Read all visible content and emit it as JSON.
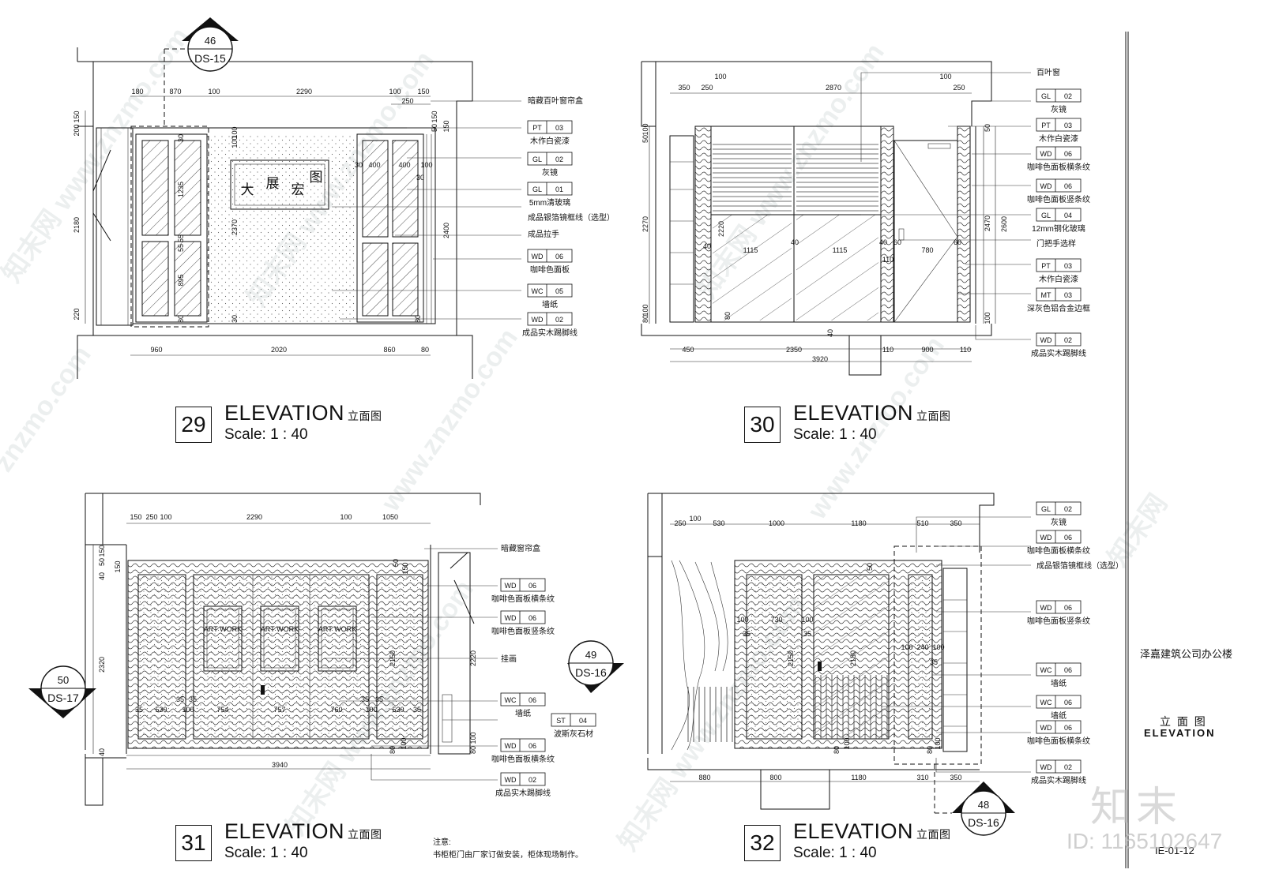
{
  "sheet": {
    "project": "泽嘉建筑公司办公楼",
    "title_cn": "立 面 图",
    "title_en": "ELEVATION",
    "sheet_no": "IE-01-12",
    "watermark_id": "ID: 1165102647",
    "watermark_brand": "知末",
    "watermark_url": "www.znzmo.com",
    "note_title": "注意:",
    "note_text": "书柜柜门由厂家订做安装，柜体现场制作。"
  },
  "views": [
    {
      "no": "29",
      "title": "ELEVATION",
      "title_cn": "立面图",
      "scale": "Scale:  1 : 40"
    },
    {
      "no": "30",
      "title": "ELEVATION",
      "title_cn": "立面图",
      "scale": "Scale:  1 : 40"
    },
    {
      "no": "31",
      "title": "ELEVATION",
      "title_cn": "立面图",
      "scale": "Scale:  1 : 40"
    },
    {
      "no": "32",
      "title": "ELEVATION",
      "title_cn": "立面图",
      "scale": "Scale:  1 : 40"
    }
  ],
  "section_marks": [
    {
      "num": "46",
      "ref": "DS-15"
    },
    {
      "num": "49",
      "ref": "DS-16"
    },
    {
      "num": "50",
      "ref": "DS-17"
    },
    {
      "num": "48",
      "ref": "DS-16"
    }
  ],
  "v29": {
    "top_dims": [
      "180",
      "870",
      "100",
      "2290",
      "100",
      "150",
      "250"
    ],
    "bottom_dims": [
      "960",
      "2020",
      "860",
      "80"
    ],
    "left_dims": [
      "200",
      "150",
      "2180",
      "220"
    ],
    "inner_dims": [
      "30",
      "1235",
      "55",
      "55",
      "895",
      "80",
      "100",
      "2370",
      "30",
      "30",
      "400",
      "400",
      "100",
      "30",
      "2400",
      "100",
      "150",
      "150",
      "50",
      "80"
    ],
    "sign": [
      "图",
      "宏",
      "展",
      "大"
    ],
    "labels": [
      {
        "text": "暗藏百叶窗帘盒"
      },
      {
        "code": "PT",
        "num": "03",
        "text": "木作白瓷漆"
      },
      {
        "code": "GL",
        "num": "02",
        "text": "灰镜"
      },
      {
        "code": "GL",
        "num": "01",
        "text": "5mm清玻璃"
      },
      {
        "text": "成品银箔镜框线（选型）"
      },
      {
        "text": "成品拉手"
      },
      {
        "code": "WD",
        "num": "06",
        "text": "咖啡色面板"
      },
      {
        "code": "WC",
        "num": "05",
        "text": "墙纸"
      },
      {
        "code": "WD",
        "num": "02",
        "text": "成品实木踢脚线"
      }
    ]
  },
  "v30": {
    "top_dims": [
      "350",
      "250",
      "100",
      "2870",
      "100",
      "250"
    ],
    "bottom_dims": [
      "450",
      "2350",
      "110",
      "900",
      "110"
    ],
    "total": "3920",
    "left_dims": [
      "100",
      "50",
      "2270",
      "100",
      "80"
    ],
    "inner_dims": [
      "2220",
      "40",
      "1115",
      "40",
      "1115",
      "40",
      "110",
      "60",
      "60",
      "780",
      "2470",
      "2600",
      "50",
      "100",
      "80",
      "40"
    ],
    "labels": [
      {
        "text": "百叶窗"
      },
      {
        "code": "GL",
        "num": "02",
        "text": "灰镜"
      },
      {
        "code": "PT",
        "num": "03",
        "text": "木作白瓷漆"
      },
      {
        "code": "WD",
        "num": "06",
        "text": "咖啡色面板横条纹"
      },
      {
        "code": "WD",
        "num": "06",
        "text": "咖啡色面板竖条纹"
      },
      {
        "code": "GL",
        "num": "04",
        "text": "12mm钢化玻璃"
      },
      {
        "text": "门把手选样"
      },
      {
        "code": "PT",
        "num": "03",
        "text": "木作白瓷漆"
      },
      {
        "code": "MT",
        "num": "03",
        "text": "深灰色铝合金边框"
      },
      {
        "code": "WD",
        "num": "02",
        "text": "成品实木踢脚线"
      }
    ]
  },
  "v31": {
    "top_dims": [
      "150",
      "250",
      "100",
      "2290",
      "100",
      "1050"
    ],
    "bottom_dims": [
      "35",
      "530",
      "100",
      "754",
      "757",
      "760",
      "100",
      "530",
      "35"
    ],
    "total": "3940",
    "left_dims": [
      "150",
      "50",
      "150",
      "40",
      "2320",
      "40"
    ],
    "inner_dims": [
      "35",
      "35",
      "35",
      "35",
      "2150",
      "2220",
      "50",
      "150",
      "80",
      "100",
      "80",
      "100"
    ],
    "art": [
      "ART WORK",
      "ART WORK",
      "ART WORK"
    ],
    "labels": [
      {
        "text": "暗藏窗帘盒"
      },
      {
        "code": "WD",
        "num": "06",
        "text": "咖啡色面板横条纹"
      },
      {
        "code": "WD",
        "num": "06",
        "text": "咖啡色面板竖条纹"
      },
      {
        "text": "挂画"
      },
      {
        "code": "WC",
        "num": "06",
        "text": "墙纸"
      },
      {
        "code": "ST",
        "num": "04",
        "text": "波斯灰石材"
      },
      {
        "code": "WD",
        "num": "06",
        "text": "咖啡色面板横条纹"
      },
      {
        "code": "WD",
        "num": "02",
        "text": "成品实木踢脚线"
      }
    ]
  },
  "v32": {
    "top_dims": [
      "250",
      "100",
      "530",
      "1000",
      "1180",
      "510",
      "350"
    ],
    "bottom_dims": [
      "880",
      "800",
      "1180",
      "310",
      "350"
    ],
    "inner_dims": [
      "100",
      "730",
      "100",
      "35",
      "35",
      "2150",
      "2180",
      "50",
      "100",
      "240",
      "100",
      "35",
      "80",
      "100",
      "80",
      "100"
    ],
    "labels": [
      {
        "code": "GL",
        "num": "02",
        "text": "灰镜"
      },
      {
        "code": "WD",
        "num": "06",
        "text": "咖啡色面板横条纹"
      },
      {
        "text": "成品银箔镜框线（选型）"
      },
      {
        "code": "WD",
        "num": "06",
        "text": "咖啡色面板竖条纹"
      },
      {
        "code": "WC",
        "num": "06",
        "text": "墙纸"
      },
      {
        "code": "WC",
        "num": "06",
        "text": "墙纸"
      },
      {
        "code": "WD",
        "num": "06",
        "text": "咖啡色面板横条纹"
      },
      {
        "code": "WD",
        "num": "02",
        "text": "成品实木踢脚线"
      }
    ]
  }
}
